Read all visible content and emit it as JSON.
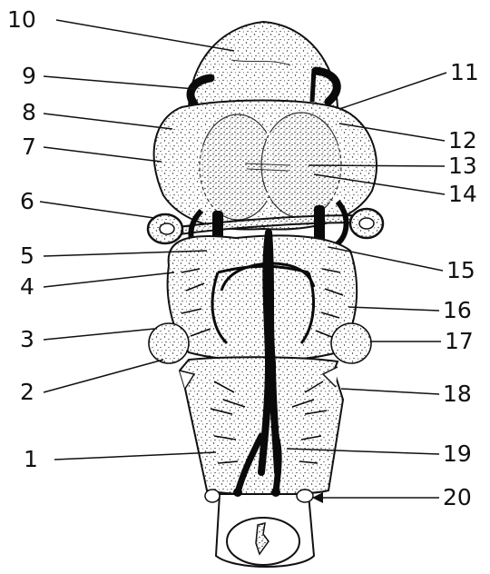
{
  "figure": {
    "labels": [
      "1",
      "2",
      "3",
      "4",
      "5",
      "6",
      "7",
      "8",
      "9",
      "10",
      "11",
      "12",
      "13",
      "14",
      "15",
      "16",
      "17",
      "18",
      "19",
      "20"
    ],
    "colors": {
      "ink": "#111111",
      "fill": "#ffffff",
      "vessel": "#0a0a0a"
    }
  }
}
